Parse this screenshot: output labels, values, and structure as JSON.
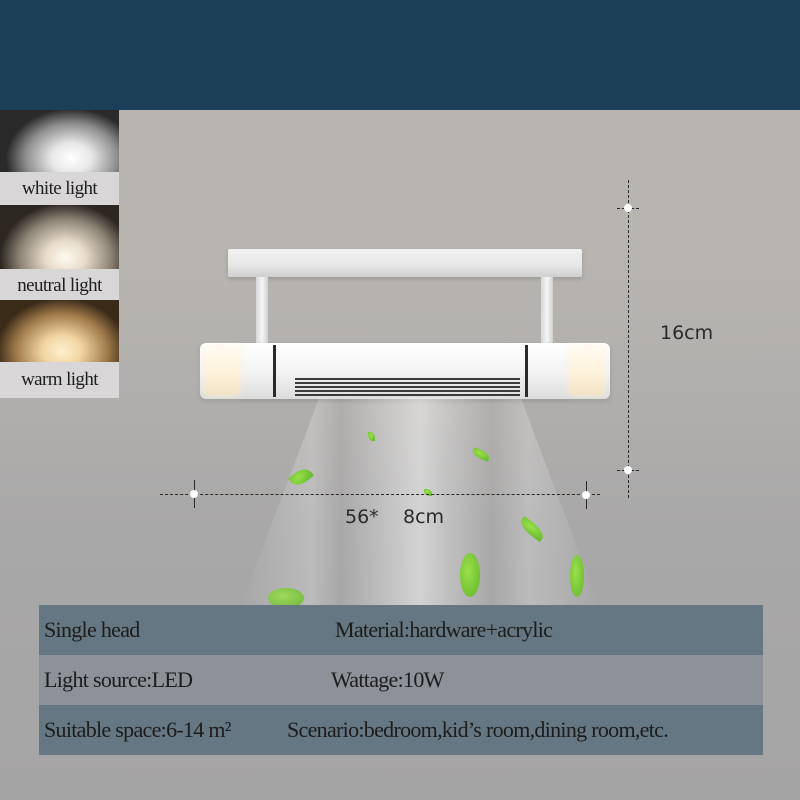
{
  "banner": {
    "color": "#1a3f57"
  },
  "light_options": [
    {
      "label": "white light",
      "color": "#ffffff"
    },
    {
      "label": "neutral light",
      "color": "#fffaf0"
    },
    {
      "label": "warm light",
      "color": "#fff0cf"
    }
  ],
  "dimensions": {
    "height": "16cm",
    "width_part1": "56*",
    "width_part2": "8cm"
  },
  "specs": [
    {
      "left": "Single head",
      "right": "Material:hardware+acrylic"
    },
    {
      "left": "Light source:LED",
      "right": "Wattage:10W"
    },
    {
      "left": "Suitable space:6-14 m²",
      "right": "Scenario:bedroom,kid’s room,dining room,etc."
    }
  ],
  "colors": {
    "spec_row_dark": "#657782",
    "spec_row_light": "#8d9298",
    "leaf_green": "#7ccc3a"
  }
}
